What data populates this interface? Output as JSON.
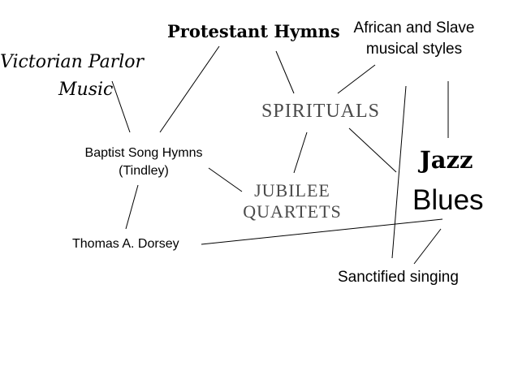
{
  "nodes": {
    "protestant_hymns": "Protestant Hymns",
    "african_slave_line1": "African and Slave",
    "african_slave_line2": "musical styles",
    "victorian_line1": "Victorian Parlor",
    "victorian_line2": "Music",
    "spirituals": "Spirituals",
    "baptist_line1": "Baptist Song Hymns",
    "baptist_line2": "(Tindley)",
    "jazz": "Jazz",
    "jubilee_line1": "Jubilee",
    "jubilee_line2": "Quartets",
    "blues": "Blues",
    "dorsey": "Thomas A. Dorsey",
    "sanctified": "Sanctified singing"
  }
}
